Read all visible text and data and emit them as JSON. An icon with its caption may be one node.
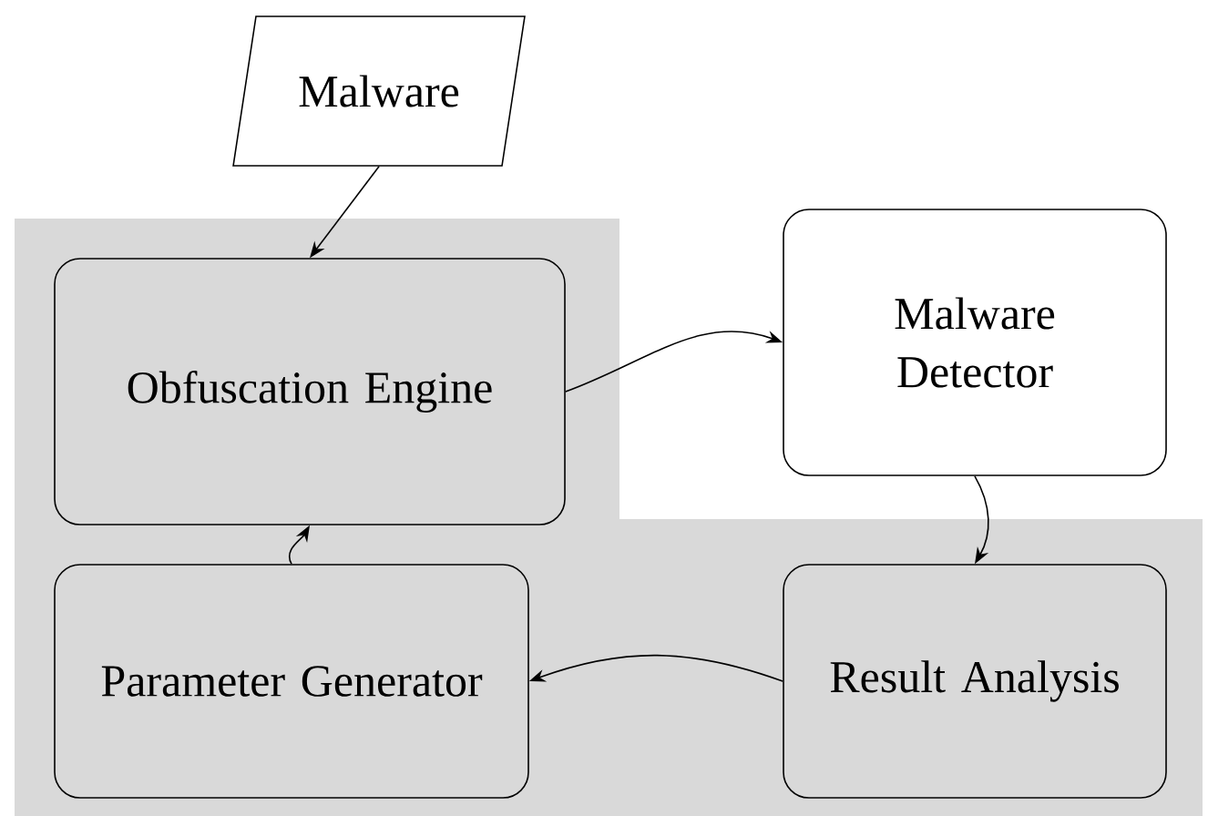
{
  "diagram": {
    "nodes": [
      {
        "text": [
          "Malware"
        ]
      },
      {
        "text": [
          "Obfuscation Engine"
        ]
      },
      {
        "text": [
          "Malware Detector"
        ]
      },
      {
        "text": [
          "Parameter Generator"
        ]
      },
      {
        "text": [
          "Result Analysis"
        ]
      }
    ],
    "edges": [
      {
        "from": 0,
        "to": 1,
        "arrow": "to"
      },
      {
        "from": 1,
        "to": 2,
        "arrow": "to"
      },
      {
        "from": 2,
        "to": 4,
        "arrow": "to"
      },
      {
        "from": 4,
        "to": 3,
        "arrow": "to"
      },
      {
        "from": 3,
        "to": 1,
        "arrow": "to"
      }
    ]
  }
}
